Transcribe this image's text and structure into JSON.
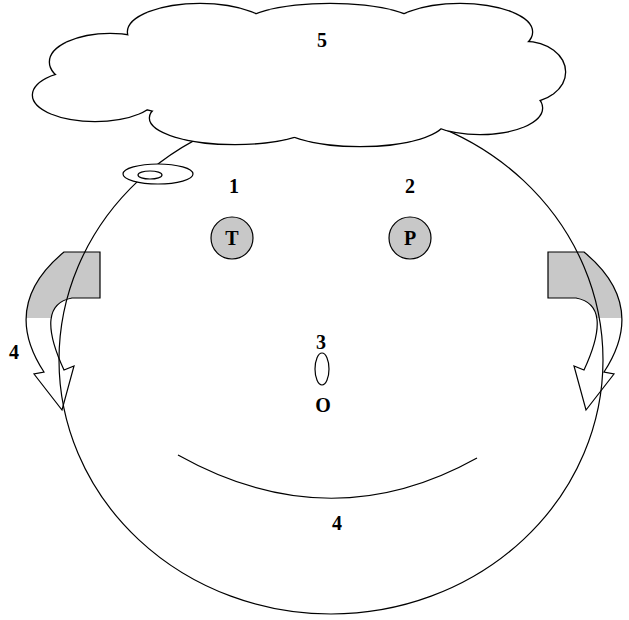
{
  "diagram": {
    "nodes": [
      {
        "text": [
          "5"
        ]
      },
      {
        "text": [
          "1",
          "2",
          "3",
          "O",
          "4"
        ]
      },
      {
        "text": [
          "T"
        ],
        "in": 1
      },
      {
        "text": [
          "P"
        ],
        "in": 1
      }
    ],
    "labels": [
      "4"
    ]
  }
}
